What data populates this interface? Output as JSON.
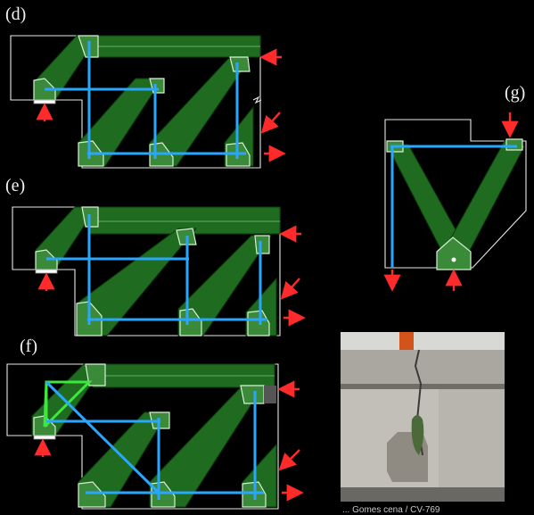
{
  "labels": {
    "d": "(d)",
    "e": "(e)",
    "f": "(f)",
    "g": "(g)"
  },
  "photo_caption": "... Gomes cena / CV-769",
  "colors": {
    "strut": "#1f6b1f",
    "tie": "#2aa6ff",
    "tie_alt": "#3be83b",
    "load_arrow": "#ff2a2a",
    "outline": "#e8e8e8",
    "background": "#000000"
  }
}
